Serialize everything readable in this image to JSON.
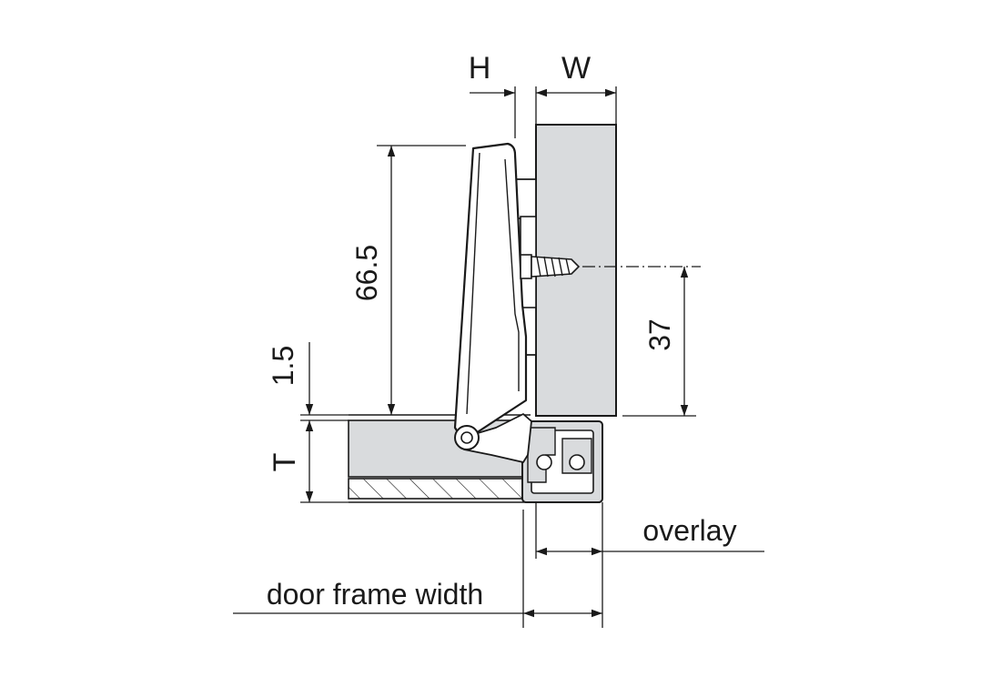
{
  "labels": {
    "h": "H",
    "w": "W",
    "height_66_5": "66.5",
    "dim_1_5": "1.5",
    "dim_t": "T",
    "dim_37": "37",
    "overlay": "overlay",
    "door_frame_width": "door frame width"
  },
  "colors": {
    "panel_fill": "#d9dbdd",
    "line": "#1a1a1a",
    "background": "#ffffff"
  }
}
